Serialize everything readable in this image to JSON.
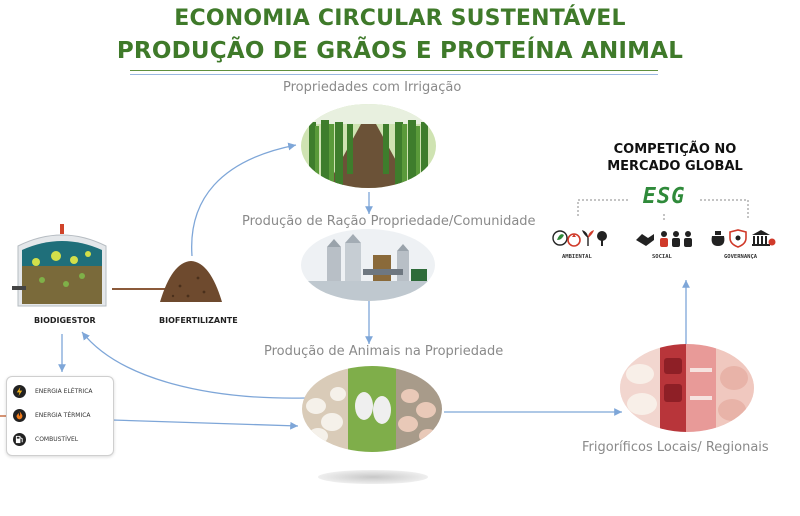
{
  "title": {
    "line1": "ECONOMIA CIRCULAR SUSTENTÁVEL",
    "line2": "PRODUÇÃO DE GRÃOS E PROTEÍNA ANIMAL"
  },
  "stages": {
    "irrigation": "Propriedades com Irrigação",
    "feed": "Produção de Ração Propriedade/Comunidade",
    "animals": "Produção de Animais na Propriedade",
    "slaughterhouses": "Frigoríficos Locais/ Regionais"
  },
  "biodigester": {
    "label": "BIODIGESTOR"
  },
  "biofertilizer": {
    "label": "BIOFERTILIZANTE"
  },
  "energy": {
    "items": [
      {
        "label": "ENERGIA ELÉTRICA",
        "icon": "electricity-icon"
      },
      {
        "label": "ENERGIA TÉRMICA",
        "icon": "flame-icon"
      },
      {
        "label": "COMBUSTÍVEL",
        "icon": "fuel-pump-icon"
      }
    ]
  },
  "market": {
    "title_line1": "COMPETIÇÃO NO",
    "title_line2": "MERCADO GLOBAL",
    "esg": "ESG",
    "pillars": [
      "AMBIENTAL",
      "SOCIAL",
      "GOVERNANÇA"
    ]
  },
  "colors": {
    "title_green": "#3f7a2a",
    "arrow_blue": "#7ea6d8",
    "esg_green": "#2f8a3a",
    "label_gray": "#8a8a8a"
  }
}
